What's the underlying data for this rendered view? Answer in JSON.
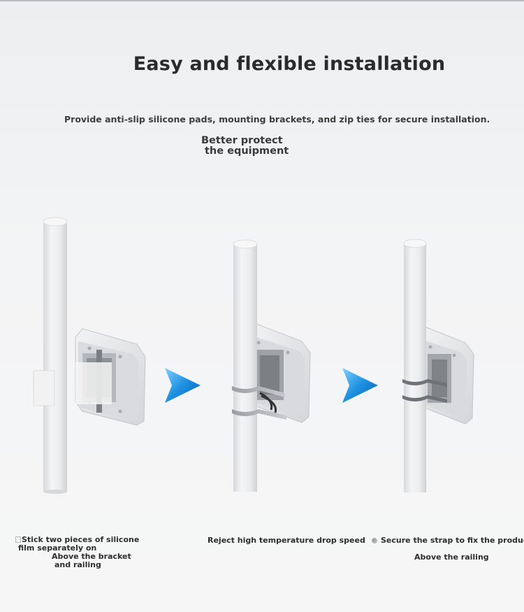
{
  "header": {
    "title": "Easy and flexible installation",
    "subtitle": "Provide anti-slip silicone pads, mounting brackets, and zip ties for secure installation.",
    "protect_line1": "Better protect",
    "protect_line2": "the equipment"
  },
  "steps": [
    {
      "caption_line1": "Stick two pieces of silicone",
      "caption_line2": "film separately on",
      "caption_line3": "Above the bracket",
      "caption_line4": "and railing"
    },
    {
      "caption_line1": "Reject high temperature drop speed"
    },
    {
      "caption_line1": "Secure the strap to fix the product",
      "caption_line2": "Above the railing"
    }
  ],
  "colors": {
    "arrow": "#1e90e0",
    "pole": "#e9eaec",
    "device": "#e4e5e7"
  },
  "icons": [
    "pole-1",
    "pole-2",
    "pole-3",
    "arrow-right-icon",
    "device-icon"
  ]
}
